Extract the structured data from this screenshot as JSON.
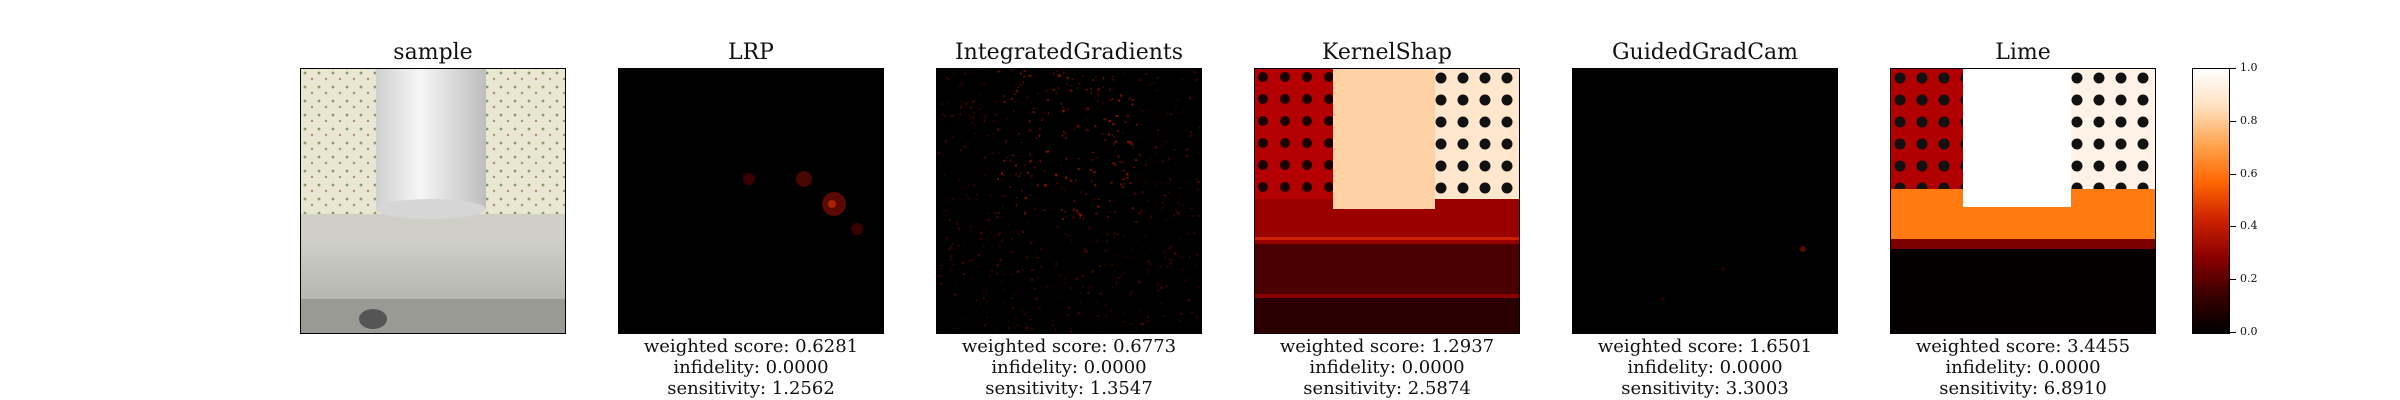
{
  "panels": [
    {
      "title": "sample"
    },
    {
      "title": "LRP",
      "weighted_score": "weighted score: 0.6281",
      "infidelity": "infidelity: 0.0000",
      "sensitivity": "sensitivity: 1.2562"
    },
    {
      "title": "IntegratedGradients",
      "weighted_score": "weighted score: 0.6773",
      "infidelity": "infidelity: 0.0000",
      "sensitivity": "sensitivity: 1.3547"
    },
    {
      "title": "KernelShap",
      "weighted_score": "weighted score: 1.2937",
      "infidelity": "infidelity: 0.0000",
      "sensitivity": "sensitivity: 2.5874"
    },
    {
      "title": "GuidedGradCam",
      "weighted_score": "weighted score: 1.6501",
      "infidelity": "infidelity: 0.0000",
      "sensitivity": "sensitivity: 3.3003"
    },
    {
      "title": "Lime",
      "weighted_score": "weighted score: 3.4455",
      "infidelity": "infidelity: 0.0000",
      "sensitivity": "sensitivity: 6.8910"
    }
  ],
  "colorbar": {
    "ticks": [
      "1.0",
      "0.8",
      "0.6",
      "0.4",
      "0.2",
      "0.0"
    ],
    "colormap": [
      "#000000",
      "#3a0000",
      "#8b0000",
      "#cc2200",
      "#ff6600",
      "#ffa54f",
      "#ffe0c0",
      "#ffffff"
    ]
  }
}
